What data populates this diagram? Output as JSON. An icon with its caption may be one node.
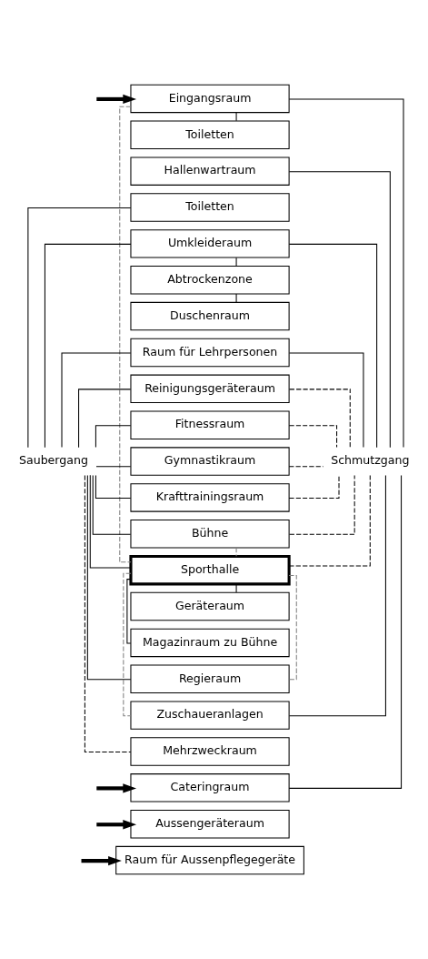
{
  "diagram": {
    "nodes": [
      {
        "text": [
          "Eingangsraum"
        ]
      },
      {
        "text": [
          "Toiletten"
        ]
      },
      {
        "text": [
          "Hallenwartraum"
        ]
      },
      {
        "text": [
          "Toiletten"
        ]
      },
      {
        "text": [
          "Umkleideraum"
        ]
      },
      {
        "text": [
          "Abtrockenzone"
        ]
      },
      {
        "text": [
          "Duschenraum"
        ]
      },
      {
        "text": [
          "Raum für Lehrpersonen"
        ]
      },
      {
        "text": [
          "Reinigungsgeräteraum"
        ]
      },
      {
        "text": [
          "Fitnessraum"
        ]
      },
      {
        "text": [
          "Gymnastikraum"
        ]
      },
      {
        "text": [
          "Krafttrainingsraum"
        ]
      },
      {
        "text": [
          "Bühne"
        ]
      },
      {
        "text": [
          "Sporthalle"
        ]
      },
      {
        "text": [
          "Geräteraum"
        ]
      },
      {
        "text": [
          "Magazinraum zu Bühne"
        ]
      },
      {
        "text": [
          "Regieraum"
        ]
      },
      {
        "text": [
          "Zuschaueranlagen"
        ]
      },
      {
        "text": [
          "Mehrzweckraum"
        ]
      },
      {
        "text": [
          "Cateringraum"
        ]
      },
      {
        "text": [
          "Aussengeräteraum"
        ]
      },
      {
        "text": [
          "Raum für Aussenpflegegeräte"
        ]
      },
      {
        "text": [
          "Saubergang"
        ]
      },
      {
        "text": [
          "Schmutzgang"
        ]
      }
    ],
    "edges": [
      {
        "from": null,
        "to": 0,
        "arrow": "to",
        "style": "thick"
      },
      {
        "from": 0,
        "to": 1,
        "arrow": "none"
      },
      {
        "from": 0,
        "to": 23,
        "arrow": "none"
      },
      {
        "from": 0,
        "to": 13,
        "arrow": "none",
        "style": "dashed",
        "color": "#808080"
      },
      {
        "from": 2,
        "to": 23,
        "arrow": "none"
      },
      {
        "from": 22,
        "to": 3,
        "arrow": "none"
      },
      {
        "from": 22,
        "to": 4,
        "arrow": "none"
      },
      {
        "from": 4,
        "to": 5,
        "arrow": "none"
      },
      {
        "from": 5,
        "to": 6,
        "arrow": "none"
      },
      {
        "from": 4,
        "to": 23,
        "arrow": "none"
      },
      {
        "from": 22,
        "to": 7,
        "arrow": "none"
      },
      {
        "from": 7,
        "to": 23,
        "arrow": "none"
      },
      {
        "from": 22,
        "to": 8,
        "arrow": "none"
      },
      {
        "from": 8,
        "to": 23,
        "arrow": "none",
        "style": "dashed"
      },
      {
        "from": 22,
        "to": 9,
        "arrow": "none"
      },
      {
        "from": 9,
        "to": 23,
        "arrow": "none",
        "style": "dashed"
      },
      {
        "from": 22,
        "to": 10,
        "arrow": "none"
      },
      {
        "from": 10,
        "to": 23,
        "arrow": "none",
        "style": "dashed"
      },
      {
        "from": 22,
        "to": 11,
        "arrow": "none"
      },
      {
        "from": 11,
        "to": 23,
        "arrow": "none",
        "style": "dashed"
      },
      {
        "from": 22,
        "to": 12,
        "arrow": "none"
      },
      {
        "from": 12,
        "to": 23,
        "arrow": "none",
        "style": "dashed"
      },
      {
        "from": 12,
        "to": 13,
        "arrow": "none",
        "style": "dashed",
        "color": "#808080"
      },
      {
        "from": 22,
        "to": 13,
        "arrow": "none"
      },
      {
        "from": 13,
        "to": 23,
        "arrow": "none",
        "style": "dashed"
      },
      {
        "from": 13,
        "to": 14,
        "arrow": "none"
      },
      {
        "from": 13,
        "to": 15,
        "arrow": "none"
      },
      {
        "from": 13,
        "to": 16,
        "arrow": "none",
        "style": "dashed",
        "color": "#808080"
      },
      {
        "from": 13,
        "to": 17,
        "arrow": "none",
        "style": "dashed",
        "color": "#808080"
      },
      {
        "from": 22,
        "to": 16,
        "arrow": "none"
      },
      {
        "from": 17,
        "to": 23,
        "arrow": "none"
      },
      {
        "from": 22,
        "to": 18,
        "arrow": "none",
        "style": "dashed"
      },
      {
        "from": null,
        "to": 19,
        "arrow": "to",
        "style": "thick"
      },
      {
        "from": 19,
        "to": 23,
        "arrow": "none"
      },
      {
        "from": null,
        "to": 20,
        "arrow": "to",
        "style": "thick"
      },
      {
        "from": null,
        "to": 21,
        "arrow": "to",
        "style": "thick"
      }
    ]
  }
}
